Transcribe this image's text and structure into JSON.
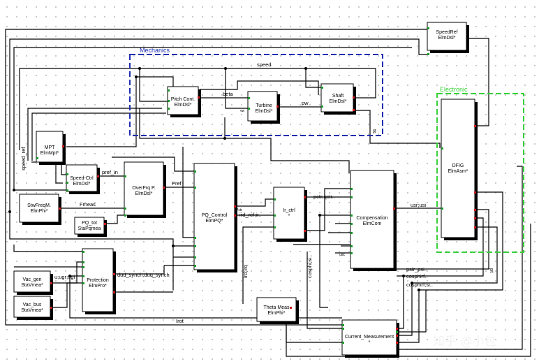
{
  "groups": {
    "mechanics": {
      "title": "Mechanics",
      "color": "#1f2fb0"
    },
    "electronic": {
      "title": "Electronic",
      "color": "#38d038"
    }
  },
  "blocks": {
    "speed_ref": [
      "SpeedRef",
      "ElmDsl*"
    ],
    "pitch_cont": [
      "Pitch Cont.",
      "ElmDsl*"
    ],
    "turbine": [
      "Turbine",
      "ElmDsl*"
    ],
    "shaft": [
      "Shaft",
      "ElmDsl*"
    ],
    "mpt": [
      "MPT",
      "ElmMpt*"
    ],
    "speed_ctrl": [
      "Speed-Ctrl",
      "ElmDsl*"
    ],
    "overfrq": [
      "OverFrq P.",
      "ElmDsl*"
    ],
    "pq_control": [
      "PQ_Control",
      "ElmPQ*"
    ],
    "ir_ctrl": [
      "Ir_ctrl",
      "*"
    ],
    "compensation": [
      "Compensation",
      "ElmCom"
    ],
    "dfig": [
      "DFIG",
      "ElmAsm*"
    ],
    "stw_freq": [
      "StwFreqM.",
      "ElmPhi*"
    ],
    "pq_tot": [
      "PQ_tot",
      "StaPqmea"
    ],
    "vac_gen": [
      "Vac_gen",
      "StaVmea*"
    ],
    "vac_bus": [
      "Vac_bus",
      "StaVmea*"
    ],
    "protection": [
      "Protection",
      "ElmPro*"
    ],
    "theta_meas": [
      "Theta Meas",
      "ElmPhi*"
    ],
    "current_meas": [
      "Current_Measurement",
      "*"
    ]
  },
  "signals": {
    "speed": "speed",
    "beta": "beta",
    "pw": "pw",
    "pref_in": "pref_in",
    "pref": "Pref",
    "fmeas": "Fmeas",
    "speed_ref": "speed_ref",
    "pctr": "Pctr",
    "ird_ref": "ird_ref;ir..",
    "ird_irq": "ird;irq",
    "pctr_qctr": "pctr;qctr..",
    "usr_usi": "usr;usi",
    "u_ugr_ugi": "u;ugr;ugi",
    "dud_synch": "dud_synch;duq_synch",
    "irot": "Irot",
    "cosphi_sin": "cosphi;si..",
    "psir_psi": "psir_psi..",
    "cosphirf": "cosphirf..",
    "cosphirf_si": "cosphirf;si..",
    "ts": "ts",
    "udc": "udc",
    "vw": "vw",
    "pt": "pt"
  },
  "watermark": "知乎 @小包"
}
